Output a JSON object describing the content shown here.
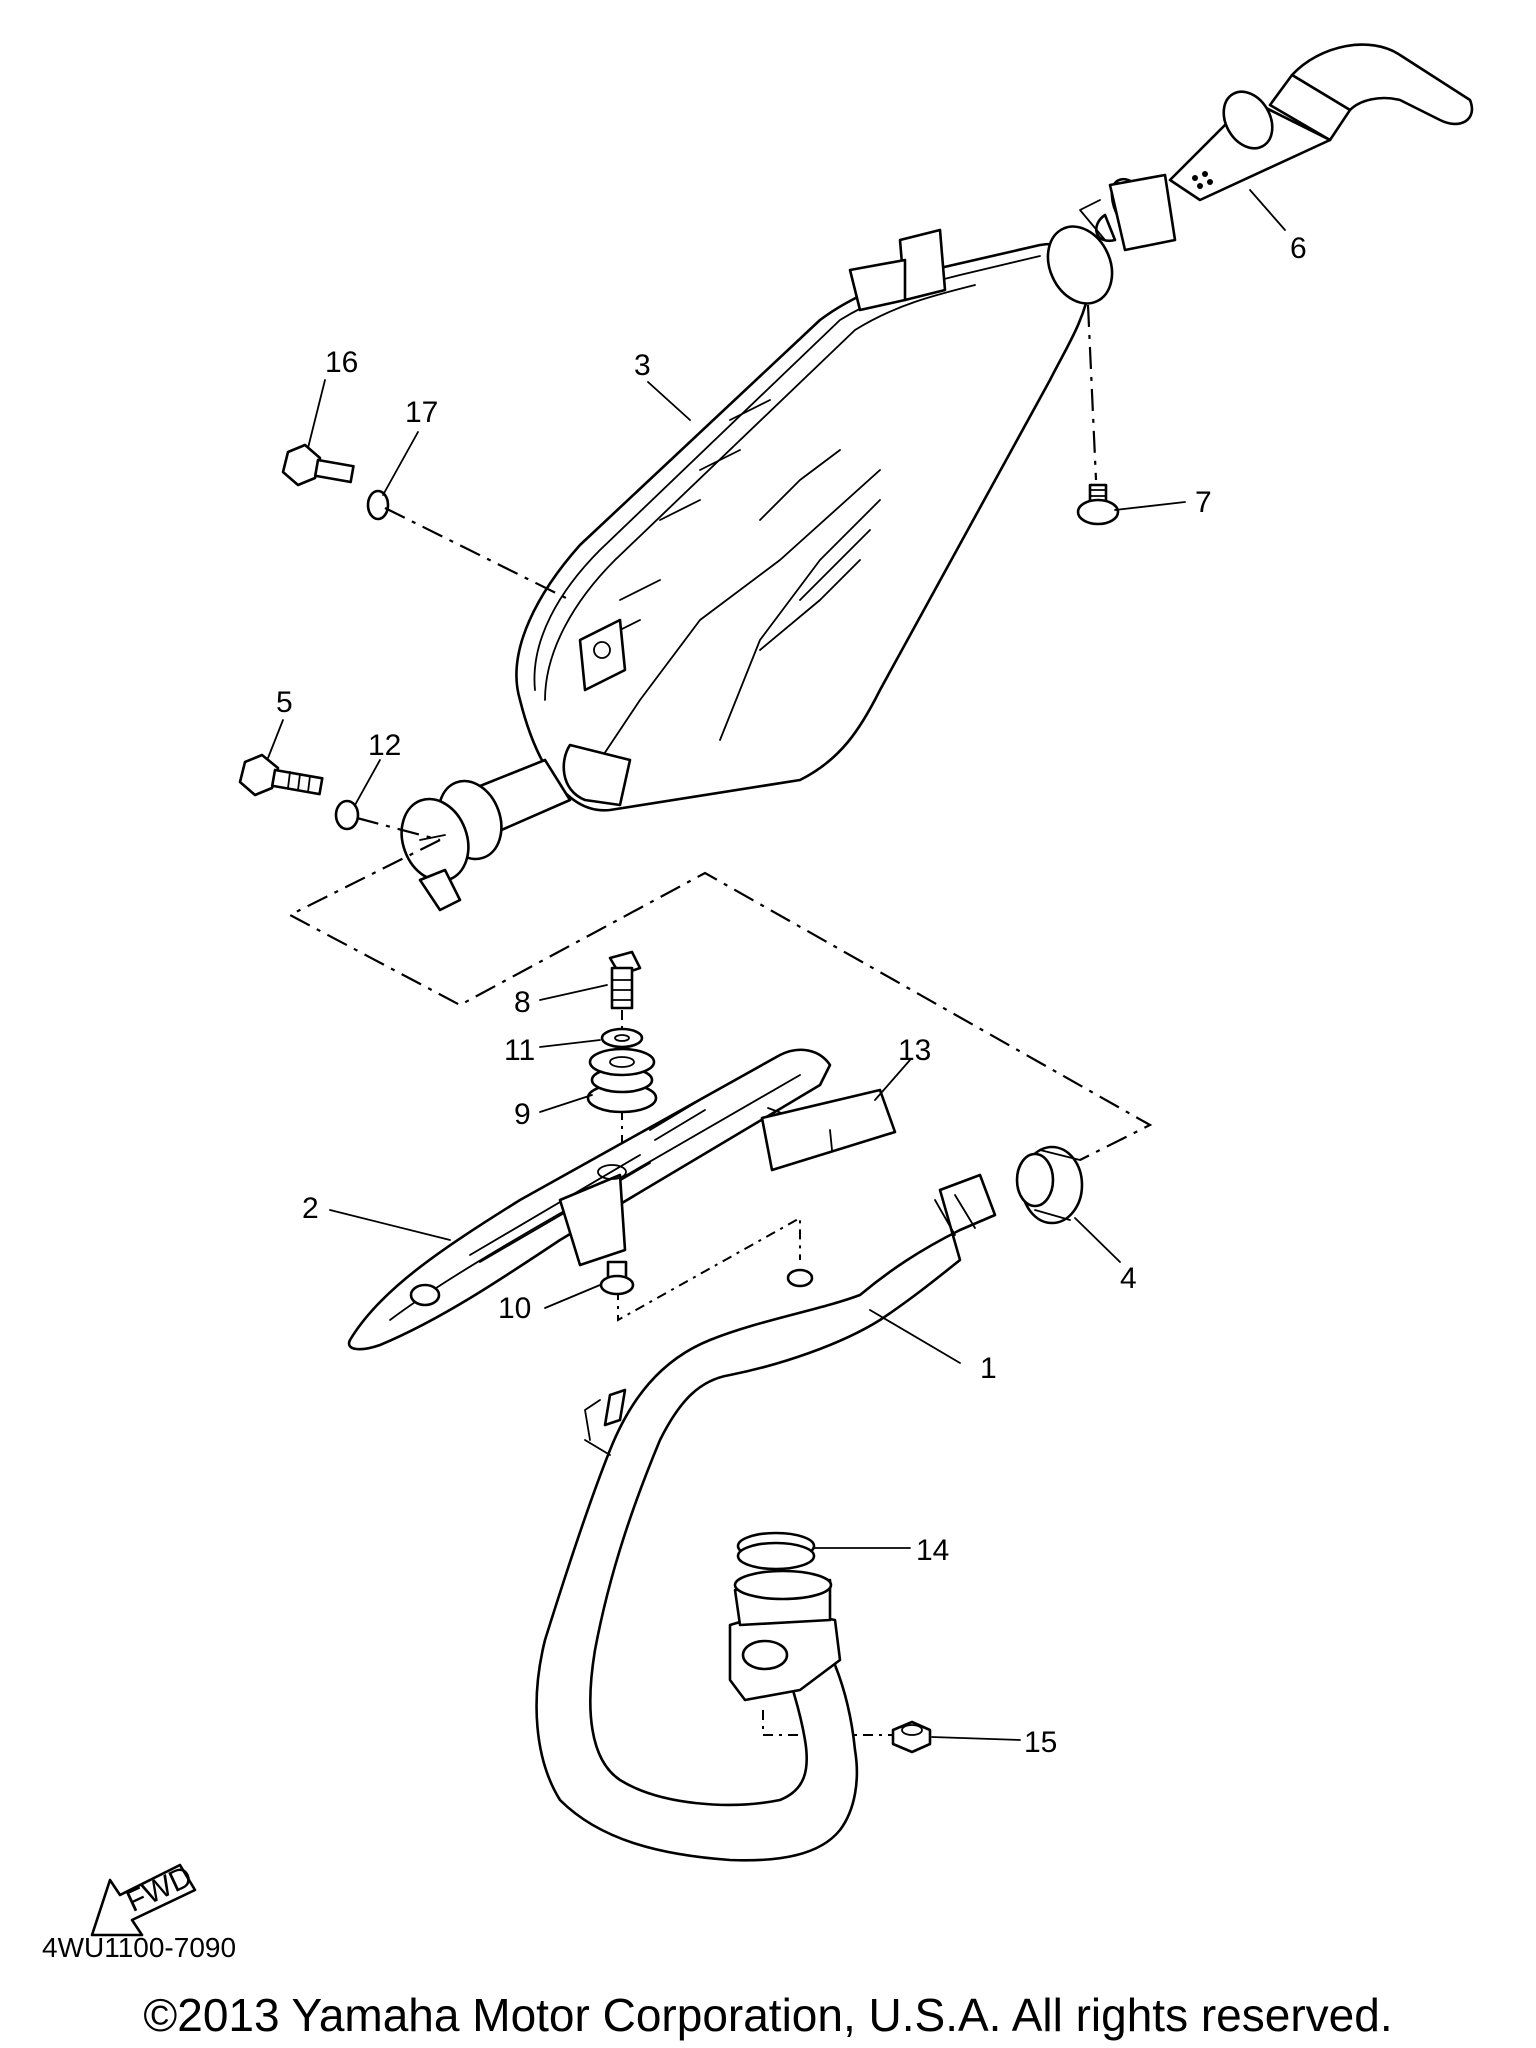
{
  "diagram": {
    "callouts": [
      "1",
      "2",
      "3",
      "4",
      "5",
      "6",
      "7",
      "8",
      "9",
      "10",
      "11",
      "12",
      "13",
      "14",
      "15",
      "16",
      "17"
    ],
    "fwd_label": "FWD",
    "drawing_code": "4WU1100-7090",
    "copyright": "©2013 Yamaha Motor Corporation, U.S.A. All rights reserved."
  }
}
